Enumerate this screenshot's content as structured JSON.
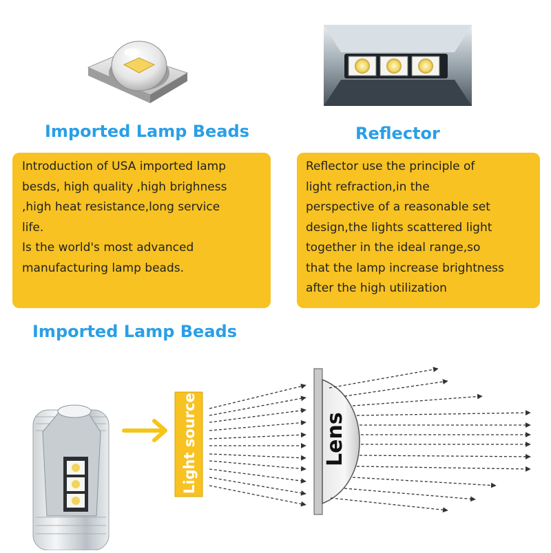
{
  "sections": {
    "left": {
      "heading": "Imported Lamp Beads",
      "lines": [
        "Introduction of USA imported lamp",
        "besds, high quality ,high brighness",
        ",high heat resistance,long service",
        "life.",
        "Is the world's most advanced",
        "manufacturing lamp beads."
      ]
    },
    "right": {
      "heading": "Reflector",
      "lines": [
        "Reflector use the principle of",
        "light refraction,in the",
        "perspective of a reasonable set",
        "design,the lights scattered light",
        "together in the ideal range,so",
        "that the lamp increase brightness",
        "after the high utilization"
      ]
    },
    "bottom": {
      "heading": "Imported Lamp Beads"
    }
  },
  "diagram": {
    "light_source_label": "Light source",
    "lens_label": "Lens"
  },
  "colors": {
    "heading": "#2a9fe6",
    "card": "#f7c222",
    "arrow": "#f5c518"
  }
}
